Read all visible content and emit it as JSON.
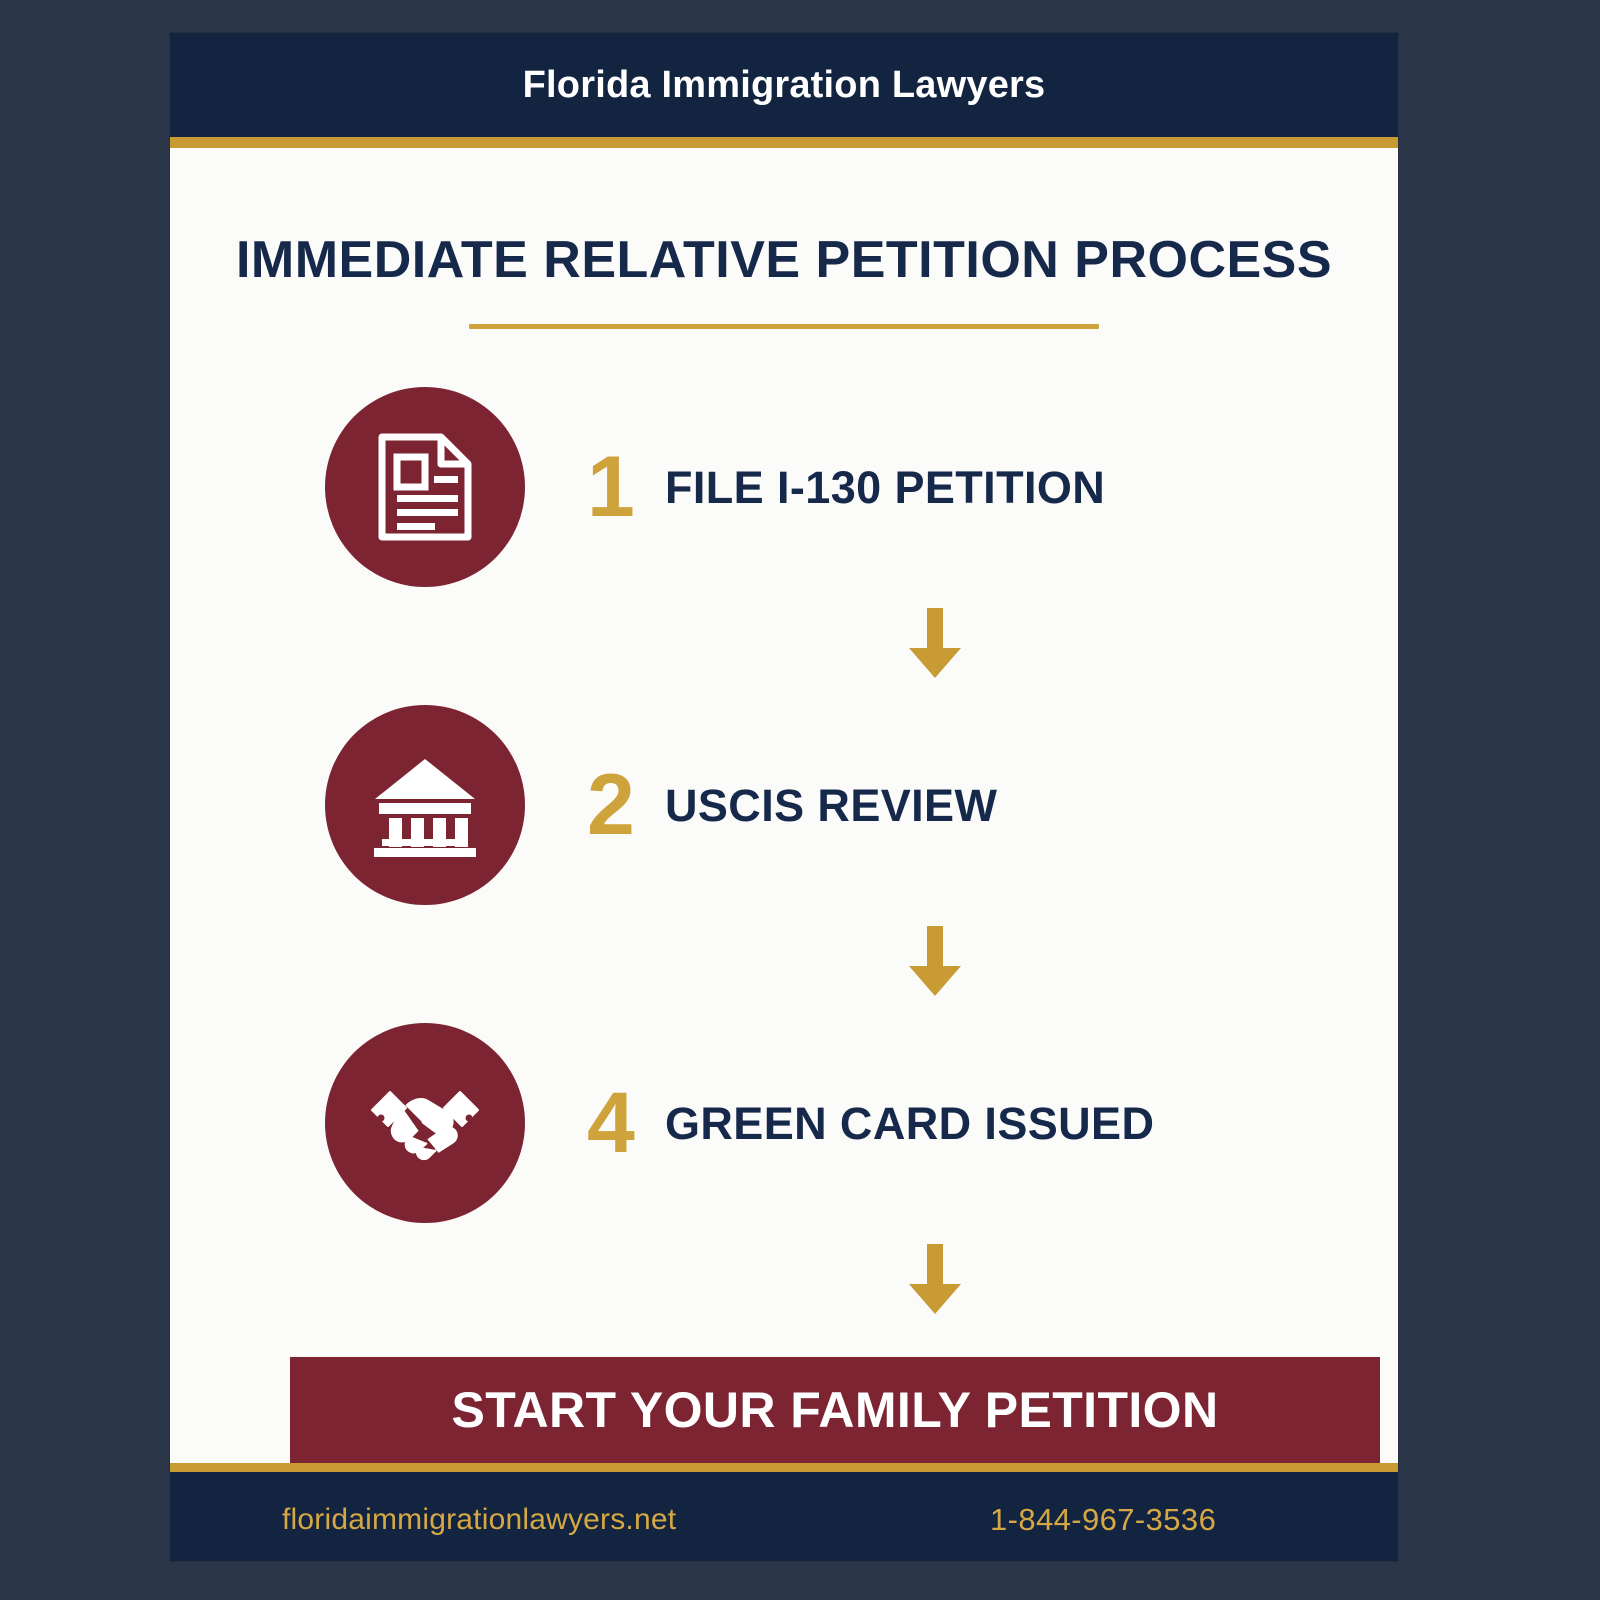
{
  "colors": {
    "page_background": "#2b3648",
    "card_background": "#fbfbfa",
    "navy": "#12243f",
    "navy_text": "#16294a",
    "gold": "#c89b34",
    "gold_light": "#cfa33c",
    "gold_footer_text": "#d6a845",
    "maroon": "#7d2433",
    "white": "#ffffff"
  },
  "header": {
    "brand": "Florida Immigration Lawyers"
  },
  "main": {
    "headline": "IMMEDIATE RELATIVE PETITION PROCESS",
    "steps": [
      {
        "number": "1",
        "label": "FILE I-130 PETITION",
        "icon": "document-icon"
      },
      {
        "number": "2",
        "label": "USCIS REVIEW",
        "icon": "government-building-icon"
      },
      {
        "number": "4",
        "label": "GREEN CARD ISSUED",
        "icon": "handshake-icon"
      }
    ],
    "arrow_icon": "arrow-down-icon",
    "cta": {
      "label": "START YOUR FAMILY PETITION"
    }
  },
  "footer": {
    "website": "floridaimmigrationlawyers.net",
    "phone": "1-844-967-3536"
  }
}
